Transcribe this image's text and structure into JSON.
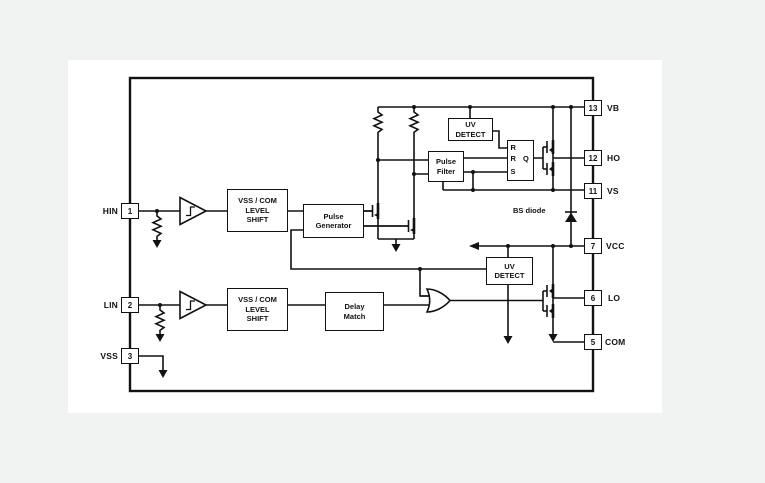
{
  "colors": {
    "background": "#f1f2f2",
    "panel": "#ffffff",
    "line": "#121212"
  },
  "pins_left": [
    {
      "number": "1",
      "label": "HIN"
    },
    {
      "number": "2",
      "label": "LIN"
    },
    {
      "number": "3",
      "label": "VSS"
    }
  ],
  "pins_right": [
    {
      "number": "13",
      "label": "VB"
    },
    {
      "number": "12",
      "label": "HO"
    },
    {
      "number": "11",
      "label": "VS"
    },
    {
      "number": "7",
      "label": "VCC"
    },
    {
      "number": "6",
      "label": "LO"
    },
    {
      "number": "5",
      "label": "COM"
    }
  ],
  "blocks": {
    "level_shift_high": "VSS / COM\nLEVEL\nSHIFT",
    "pulse_generator": "Pulse\nGenerator",
    "pulse_filter": "Pulse\nFilter",
    "uv_detect_high": "UV\nDETECT",
    "uv_detect_low": "UV\nDETECT",
    "delay_match": "Delay\nMatch",
    "level_shift_low": "VSS / COM\nLEVEL\nSHIFT"
  },
  "latch": {
    "r_top": "R",
    "r_mid": "R",
    "s": "S",
    "q": "Q"
  },
  "annotations": {
    "bs_diode": "BS diode"
  }
}
